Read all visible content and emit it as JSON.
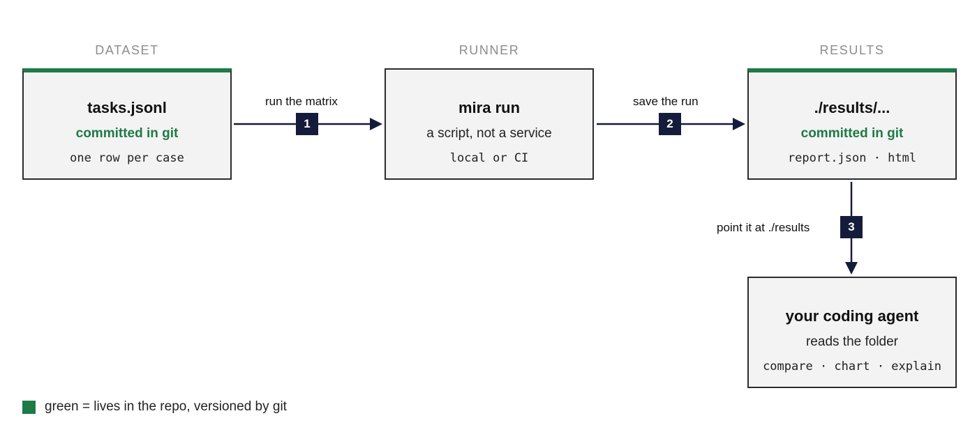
{
  "columns": {
    "dataset": "DATASET",
    "runner": "RUNNER",
    "results": "RESULTS"
  },
  "boxes": {
    "dataset": {
      "title": "tasks.jsonl",
      "subtitle": "committed in git",
      "detail": "one row per case"
    },
    "runner": {
      "title": "mira run",
      "subtitle": "a script, not a service",
      "detail": "local or CI"
    },
    "results": {
      "title": "./results/...",
      "subtitle": "committed in git",
      "detail": "report.json · html"
    },
    "agent": {
      "title": "your coding agent",
      "subtitle": "reads the folder",
      "detail": "compare · chart · explain"
    }
  },
  "edges": [
    {
      "label": "run the matrix",
      "step": "1"
    },
    {
      "label": "save the run",
      "step": "2"
    },
    {
      "label": "point it at ./results",
      "step": "3"
    }
  ],
  "legend": {
    "text": "green = lives in the repo, versioned by git"
  },
  "colors": {
    "green": "#1e7a46",
    "badge": "#151c3b",
    "box_bg": "#f3f3f3",
    "border": "#2b2b2b"
  }
}
